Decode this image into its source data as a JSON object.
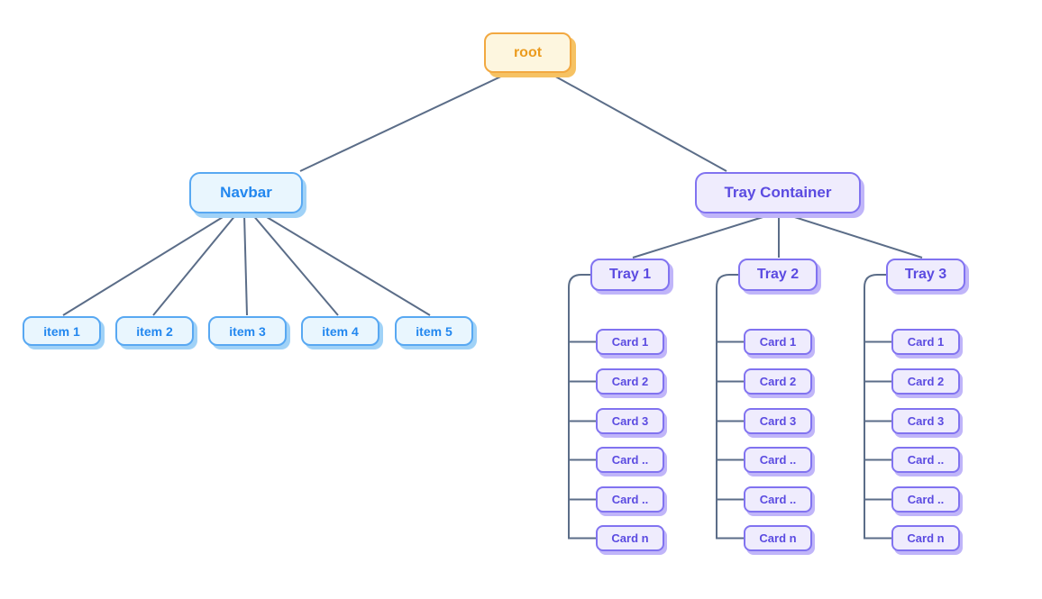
{
  "colors": {
    "edge": "#5b6d88",
    "root_fill": "#fdf6df",
    "root_border": "#f2a840",
    "root_text": "#eb9b1e",
    "root_shadow": "#f6c263",
    "blue_fill": "#e9f6fe",
    "blue_border": "#58a8f2",
    "blue_text": "#2287ef",
    "blue_shadow": "#a0d2f7",
    "purple_fill": "#efecfd",
    "purple_border": "#8173f0",
    "purple_text": "#5b4be1",
    "purple_shadow": "#c0b5f9",
    "canvas_bg": "#ffffff"
  },
  "diagram": {
    "root": {
      "label": "root"
    },
    "navbar": {
      "label": "Navbar",
      "items": [
        "item 1",
        "item 2",
        "item 3",
        "item 4",
        "item 5"
      ]
    },
    "tray_container": {
      "label": "Tray Container",
      "trays": [
        {
          "label": "Tray 1",
          "cards": [
            "Card 1",
            "Card 2",
            "Card 3",
            "Card ..",
            "Card ..",
            "Card n"
          ]
        },
        {
          "label": "Tray 2",
          "cards": [
            "Card 1",
            "Card 2",
            "Card 3",
            "Card ..",
            "Card ..",
            "Card n"
          ]
        },
        {
          "label": "Tray 3",
          "cards": [
            "Card 1",
            "Card 2",
            "Card 3",
            "Card ..",
            "Card ..",
            "Card n"
          ]
        }
      ]
    }
  }
}
